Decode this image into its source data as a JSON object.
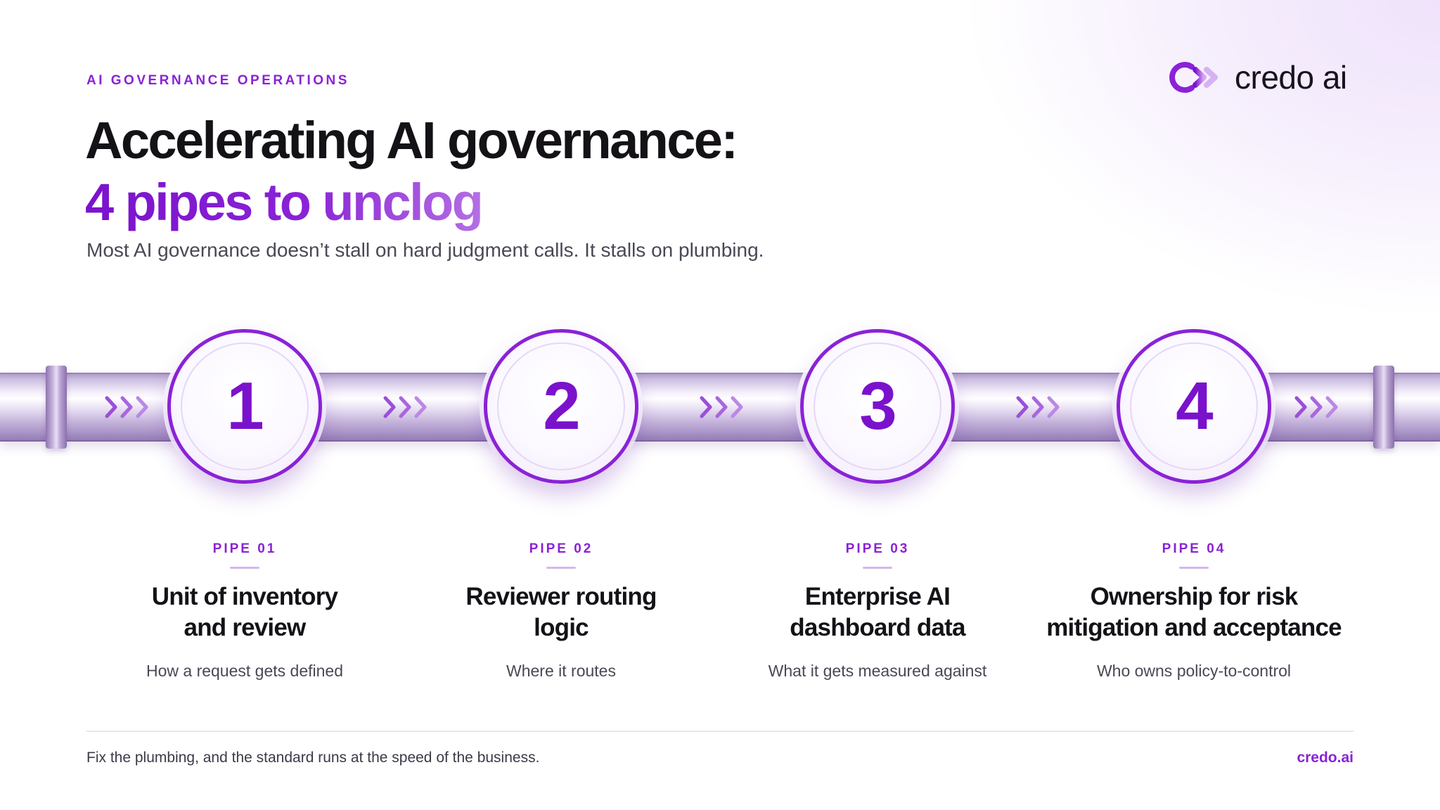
{
  "header": {
    "eyebrow": "AI GOVERNANCE OPERATIONS",
    "title_line1": "Accelerating AI governance:",
    "title_line2": "4 pipes to unclog",
    "subtitle": "Most AI governance doesn’t stall on hard judgment calls. It stalls on plumbing."
  },
  "logo": {
    "icon": "credo-ai-logo-icon",
    "wordmark": "credo ai"
  },
  "pipes": [
    {
      "number": "1",
      "label": "PIPE 01",
      "title_line1": "Unit of inventory",
      "title_line2": "and review",
      "description": "How a request gets defined"
    },
    {
      "number": "2",
      "label": "PIPE 02",
      "title_line1": "Reviewer routing",
      "title_line2": "logic",
      "description": "Where it routes"
    },
    {
      "number": "3",
      "label": "PIPE 03",
      "title_line1": "Enterprise AI",
      "title_line2": "dashboard data",
      "description": "What it gets measured against"
    },
    {
      "number": "4",
      "label": "PIPE 04",
      "title_line1": "Ownership for risk",
      "title_line2": "mitigation and acceptance",
      "description": "Who owns policy-to-control"
    }
  ],
  "footer": {
    "tagline": "Fix the plumbing, and the standard runs at the speed of the business.",
    "url": "credo.ai"
  },
  "colors": {
    "accent": "#8a22d6",
    "text": "#141217",
    "muted": "#4b4756"
  }
}
